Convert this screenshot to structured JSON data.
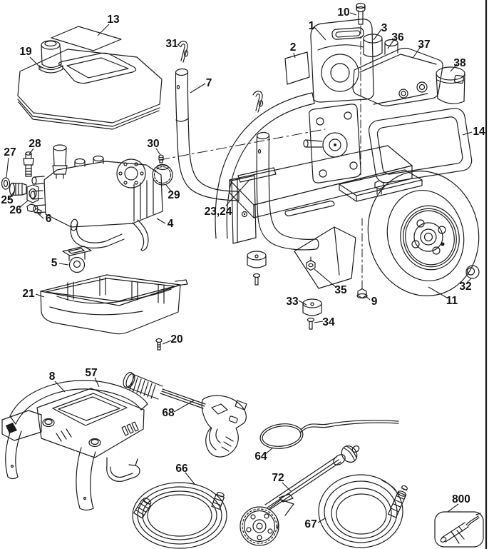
{
  "figure": {
    "kind": "exploded parts diagram",
    "subject": "pressure washer"
  },
  "colors": {
    "line": "#1a1a1a",
    "label": "#111111",
    "background": "#ffffff"
  },
  "callouts": {
    "c1": "1",
    "c2": "2",
    "c3": "3",
    "c4": "4",
    "c5": "5",
    "c6": "6",
    "c7": "7",
    "c8": "8",
    "c9": "9",
    "c10": "10",
    "c11": "11",
    "c13": "13",
    "c14": "14",
    "c19": "19",
    "c20": "20",
    "c21": "21",
    "c23_24": "23,24",
    "c25": "25",
    "c26": "26",
    "c27": "27",
    "c28": "28",
    "c29": "29",
    "c30": "30",
    "c31": "31",
    "c32": "32",
    "c33": "33",
    "c34": "34",
    "c35": "35",
    "c36": "36",
    "c37": "37",
    "c38": "38",
    "c57": "57",
    "c64": "64",
    "c66": "66",
    "c67": "67",
    "c68": "68",
    "c72": "72",
    "c800": "800"
  }
}
